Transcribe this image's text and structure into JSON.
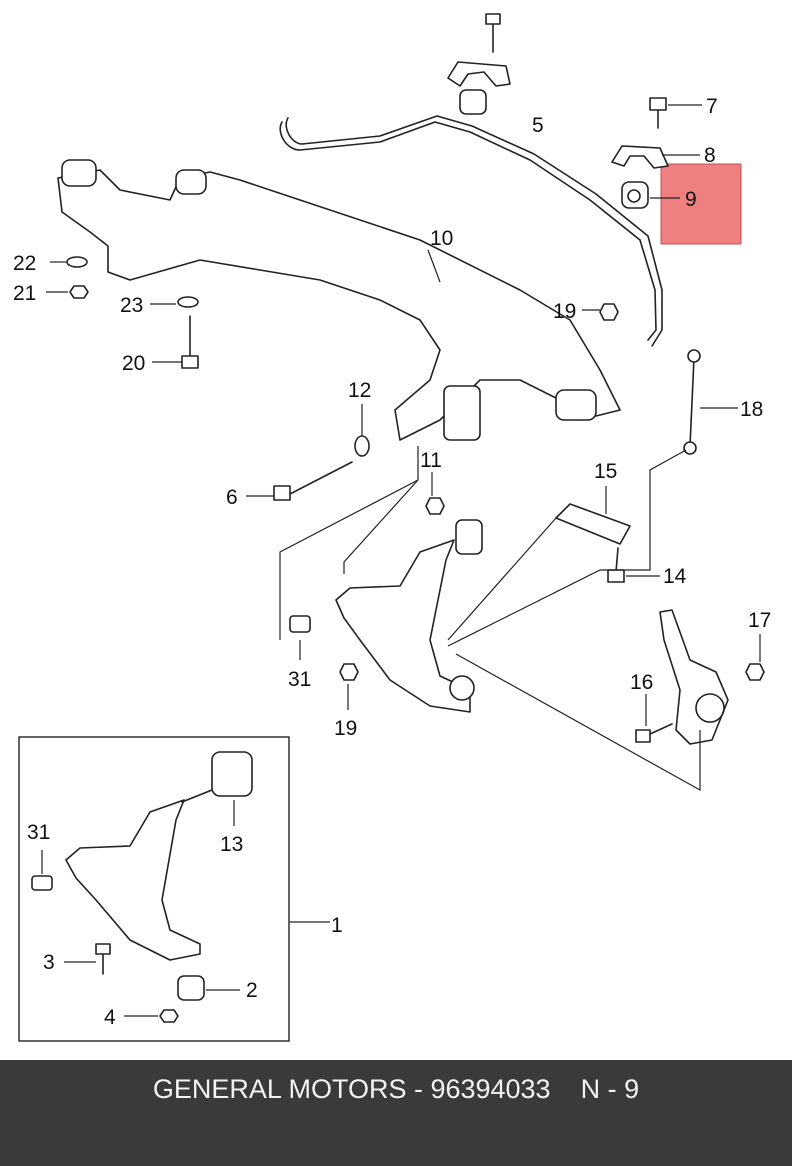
{
  "callouts": {
    "c1": "1",
    "c2": "2",
    "c3": "3",
    "c4": "4",
    "c5": "5",
    "c6": "6",
    "c7": "7",
    "c8": "8",
    "c9": "9",
    "c10": "10",
    "c11": "11",
    "c12": "12",
    "c13": "13",
    "c14": "14",
    "c15": "15",
    "c16": "16",
    "c17": "17",
    "c18": "18",
    "c19a": "19",
    "c19b": "19",
    "c20": "20",
    "c21": "21",
    "c22": "22",
    "c23": "23",
    "c31a": "31",
    "c31b": "31"
  },
  "highlight": {
    "label": "9",
    "color": "#f08080"
  },
  "footer": {
    "text": "GENERAL MOTORS - 96394033    N - 9",
    "background": "#3a3a3a"
  }
}
